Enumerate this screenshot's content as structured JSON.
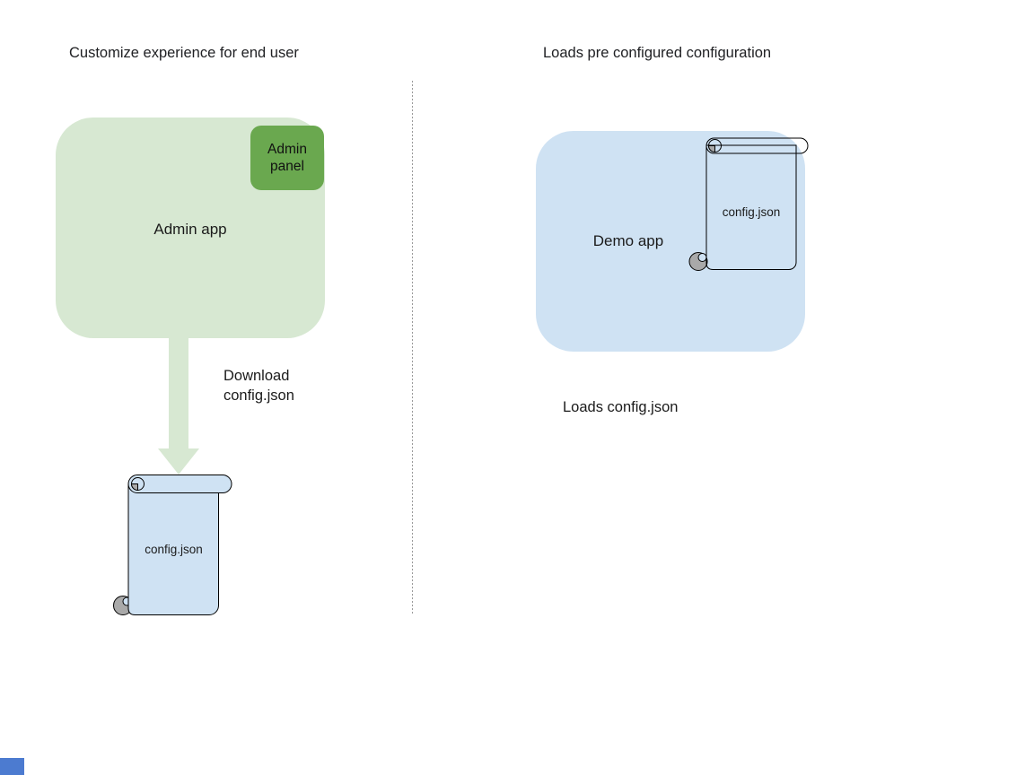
{
  "left_section": {
    "title": "Customize experience for end user",
    "admin_app": {
      "label": "Admin app"
    },
    "admin_panel": {
      "label": "Admin panel"
    },
    "arrow_label_lines": [
      "Download",
      "config.json"
    ],
    "scroll": {
      "label": "config.json"
    }
  },
  "right_section": {
    "title": "Loads pre configured configuration",
    "demo_app": {
      "label": "Demo app"
    },
    "scroll": {
      "label": "config.json"
    },
    "caption": "Loads config.json"
  },
  "colors": {
    "light_green": "#d7e8d2",
    "green": "#6aa84f",
    "light_blue": "#cfe2f3",
    "curl_gray": "#a9a9a9",
    "outline": "#000000",
    "divider_gray": "#9a9a9a",
    "corner_blue": "#4c7bd0",
    "text": "#202124"
  }
}
